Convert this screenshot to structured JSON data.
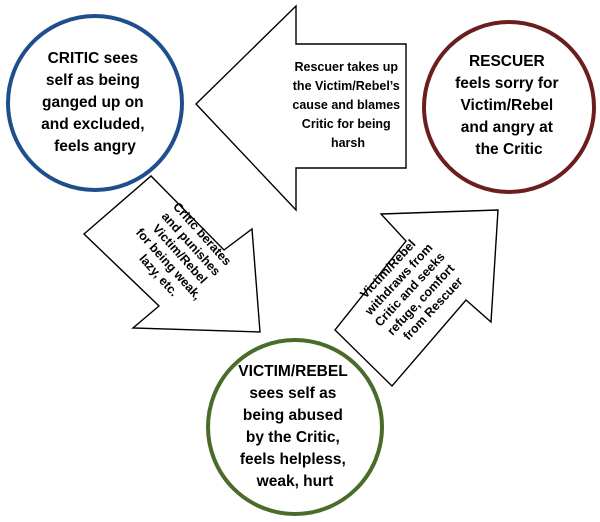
{
  "nodes": {
    "critic": {
      "lines": [
        "CRITIC sees",
        "self as being",
        "ganged up on",
        "and excluded,",
        "feels angry"
      ],
      "border_color": "#1f4e8c"
    },
    "rescuer": {
      "lines": [
        "RESCUER",
        "feels sorry for",
        "Victim/Rebel",
        "and angry at",
        "the Critic"
      ],
      "border_color": "#6b1e1e"
    },
    "victim": {
      "lines": [
        "VICTIM/REBEL",
        "sees self as",
        "being abused",
        "by the Critic,",
        "feels helpless,",
        "weak, hurt"
      ],
      "border_color": "#4a6b2a"
    }
  },
  "arrows": {
    "rescuer_to_critic": {
      "lines": [
        "Rescuer takes up",
        "the Victim/Rebel’s",
        "cause and blames",
        "Critic for being",
        "harsh"
      ]
    },
    "critic_to_victim": {
      "lines": [
        "Critic berates",
        "and punishes",
        "Victim/Rebel",
        "for being weak,",
        "lazy, etc."
      ]
    },
    "victim_to_rescuer": {
      "lines": [
        "Victim/Rebel",
        "withdraws from",
        "Critic and seeks",
        "refuge, comfort",
        "from Rescuer"
      ]
    }
  }
}
